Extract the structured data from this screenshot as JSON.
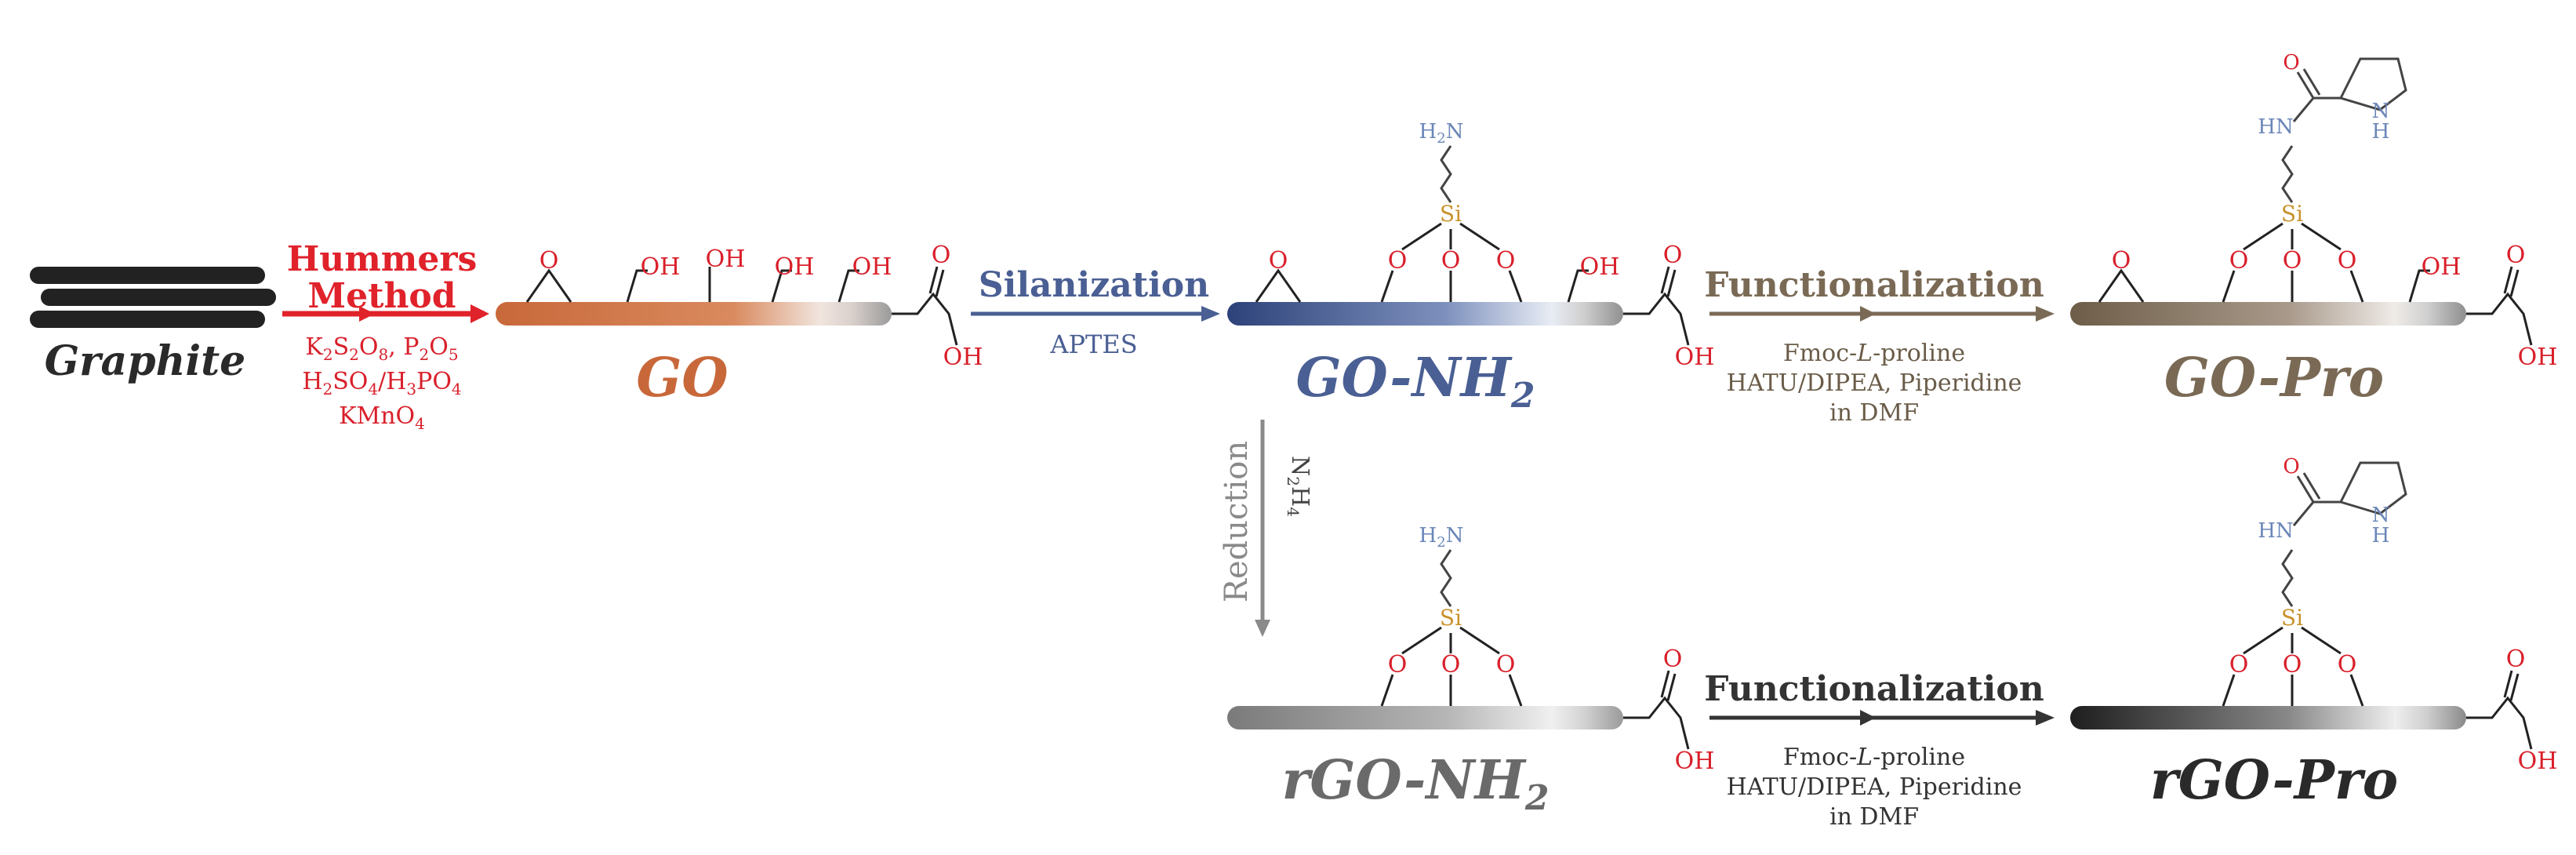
{
  "colors": {
    "graphite": "#222222",
    "hummers": "#e0222b",
    "go": "#c8683a",
    "silanization": "#4a5f93",
    "go_pro": "#7a6a55",
    "rgo": "#6a6a6a",
    "label_red": "#d9202b",
    "chem_blue": "#6a86b8",
    "si_orange": "#c9922c"
  },
  "labels": {
    "graphite": "Graphite",
    "go": "GO",
    "go_nh2": "GO-NH",
    "go_nh2_sub": "2",
    "go_pro": "GO-Pro",
    "rgo_nh2": "rGO-NH",
    "rgo_nh2_sub": "2",
    "rgo_pro": "rGO-Pro"
  },
  "steps": {
    "hummers": {
      "line1": "Hummers",
      "line2": "Method",
      "reagents": [
        {
          "parts": [
            [
              "K",
              ""
            ],
            [
              "2",
              "sub"
            ],
            [
              "S",
              ""
            ],
            [
              "2",
              "sub"
            ],
            [
              "O",
              ""
            ],
            [
              "8",
              "sub"
            ],
            [
              ", P",
              ""
            ],
            [
              "2",
              "sub"
            ],
            [
              "O",
              ""
            ],
            [
              "5",
              "sub"
            ]
          ]
        },
        {
          "parts": [
            [
              "H",
              ""
            ],
            [
              "2",
              "sub"
            ],
            [
              "SO",
              ""
            ],
            [
              "4",
              "sub"
            ],
            [
              "/H",
              ""
            ],
            [
              "3",
              "sub"
            ],
            [
              "PO",
              ""
            ],
            [
              "4",
              "sub"
            ]
          ]
        },
        {
          "parts": [
            [
              "KMnO",
              ""
            ],
            [
              "4",
              "sub"
            ]
          ]
        }
      ]
    },
    "silanization": {
      "title": "Silanization",
      "reagent": "APTES"
    },
    "functionalization_top": {
      "title": "Functionalization",
      "reagents": [
        {
          "parts": [
            [
              "Fmoc-",
              ""
            ],
            [
              "L",
              "it"
            ],
            [
              "-proline",
              ""
            ]
          ]
        },
        {
          "parts": [
            [
              "HATU/DIPEA, Piperidine",
              ""
            ]
          ]
        },
        {
          "parts": [
            [
              "in DMF",
              ""
            ]
          ]
        }
      ]
    },
    "reduction": {
      "title": "Reduction",
      "reagent_main": "N",
      "reagent_sub1": "2",
      "reagent_h": "H",
      "reagent_sub2": "4"
    },
    "functionalization_bottom": {
      "title": "Functionalization",
      "reagents": [
        {
          "parts": [
            [
              "Fmoc-",
              ""
            ],
            [
              "L",
              "it"
            ],
            [
              "-proline",
              ""
            ]
          ]
        },
        {
          "parts": [
            [
              "HATU/DIPEA, Piperidine",
              ""
            ]
          ]
        },
        {
          "parts": [
            [
              "in DMF",
              ""
            ]
          ]
        }
      ]
    }
  },
  "chem": {
    "oh": "OH",
    "o": "O",
    "si": "Si",
    "h2n_main": "H",
    "h2n_sub": "2",
    "h2n_n": "N",
    "hn": "HN",
    "nh_n": "N",
    "nh_h": "H"
  }
}
